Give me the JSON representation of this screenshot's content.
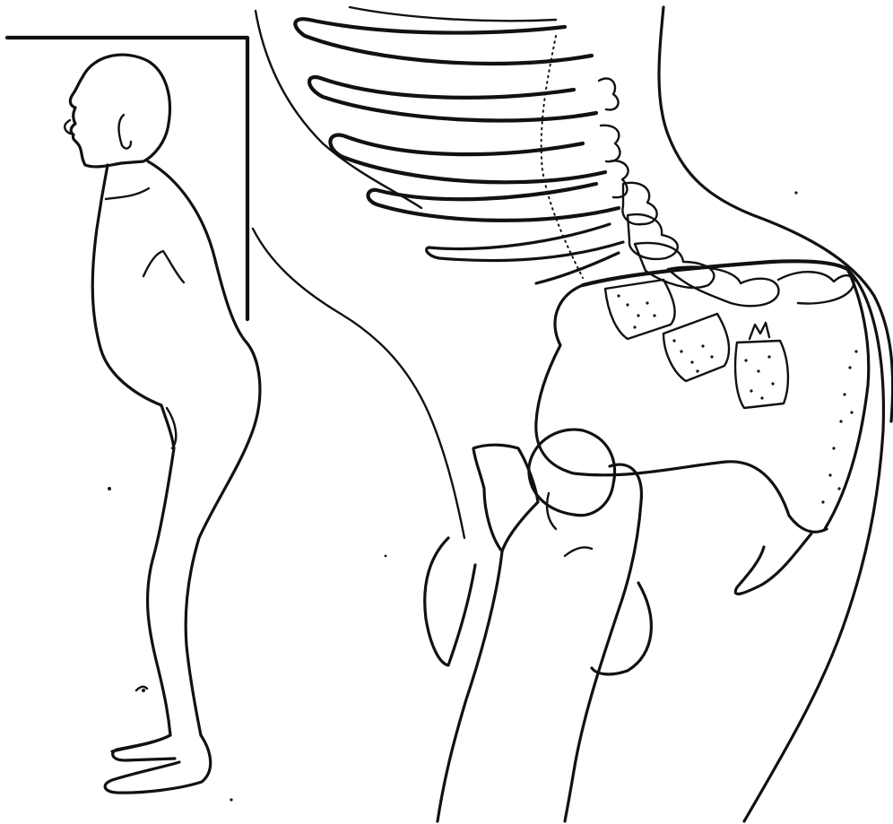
{
  "figure": {
    "panels": [
      {
        "id": "posture-inset",
        "subject": "side-view-standing-figure"
      },
      {
        "id": "spine-pelvis-detail",
        "subject": "lumbar-spine-sacrum-pelvis-femur"
      }
    ],
    "palette": {
      "ink": "#111111",
      "paper": "#ffffff"
    }
  }
}
